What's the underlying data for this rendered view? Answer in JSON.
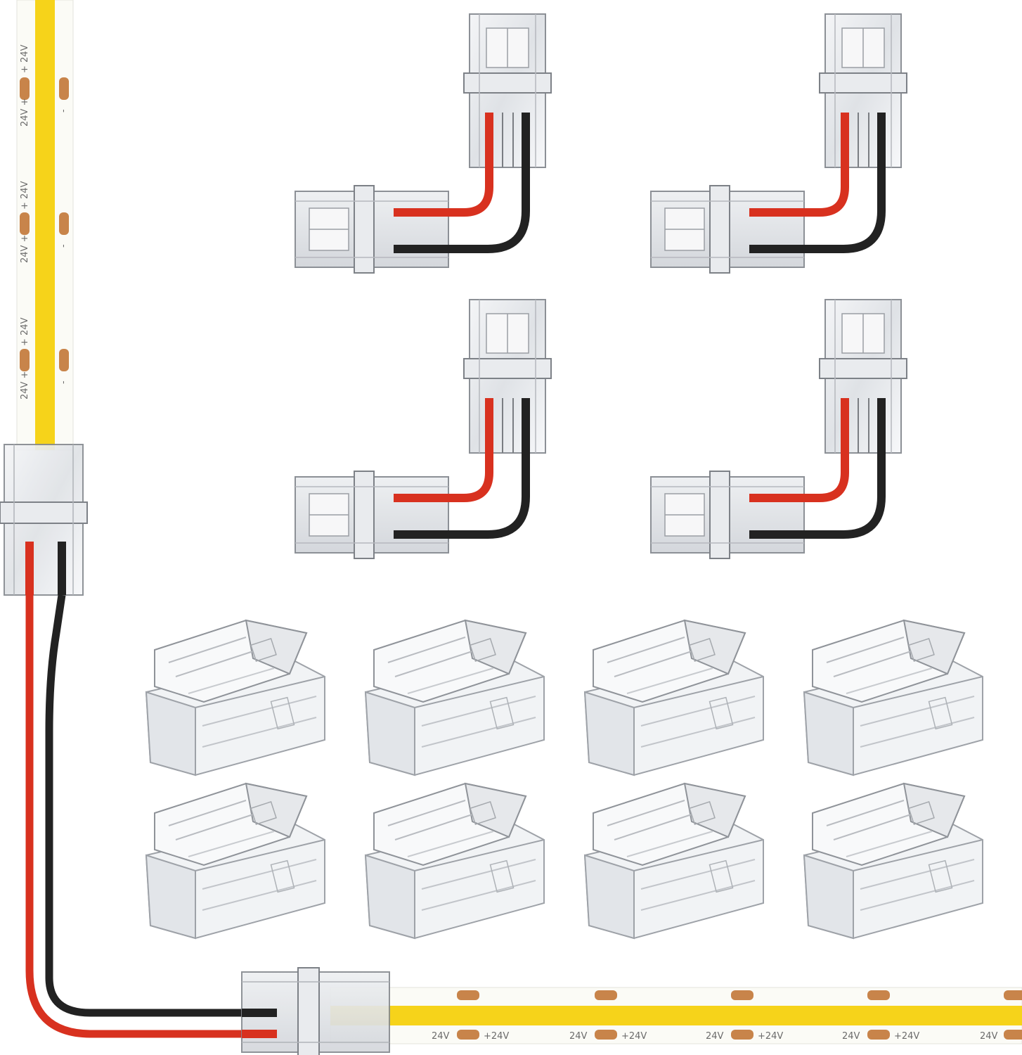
{
  "image": {
    "background": "#ffffff",
    "strip_colors": {
      "led": "#f6d31a",
      "strip_base": "#fbfbf6",
      "pad": "#c8844a"
    },
    "wire_colors": {
      "positive": "#d8311f",
      "negative": "#222222"
    }
  },
  "vertical_strip": {
    "label_plus": "24V +",
    "label_plus_rev": "+ 24V",
    "label_minus": "-",
    "pad_count": 3
  },
  "horizontal_strip": {
    "label_a": "24V",
    "label_b": "+24V",
    "pad_count": 5
  },
  "l_connectors": {
    "count": 4,
    "icon": "l-shaped-strip-connector"
  },
  "clip_connectors": {
    "count": 8,
    "icon": "strip-clip-connector"
  }
}
